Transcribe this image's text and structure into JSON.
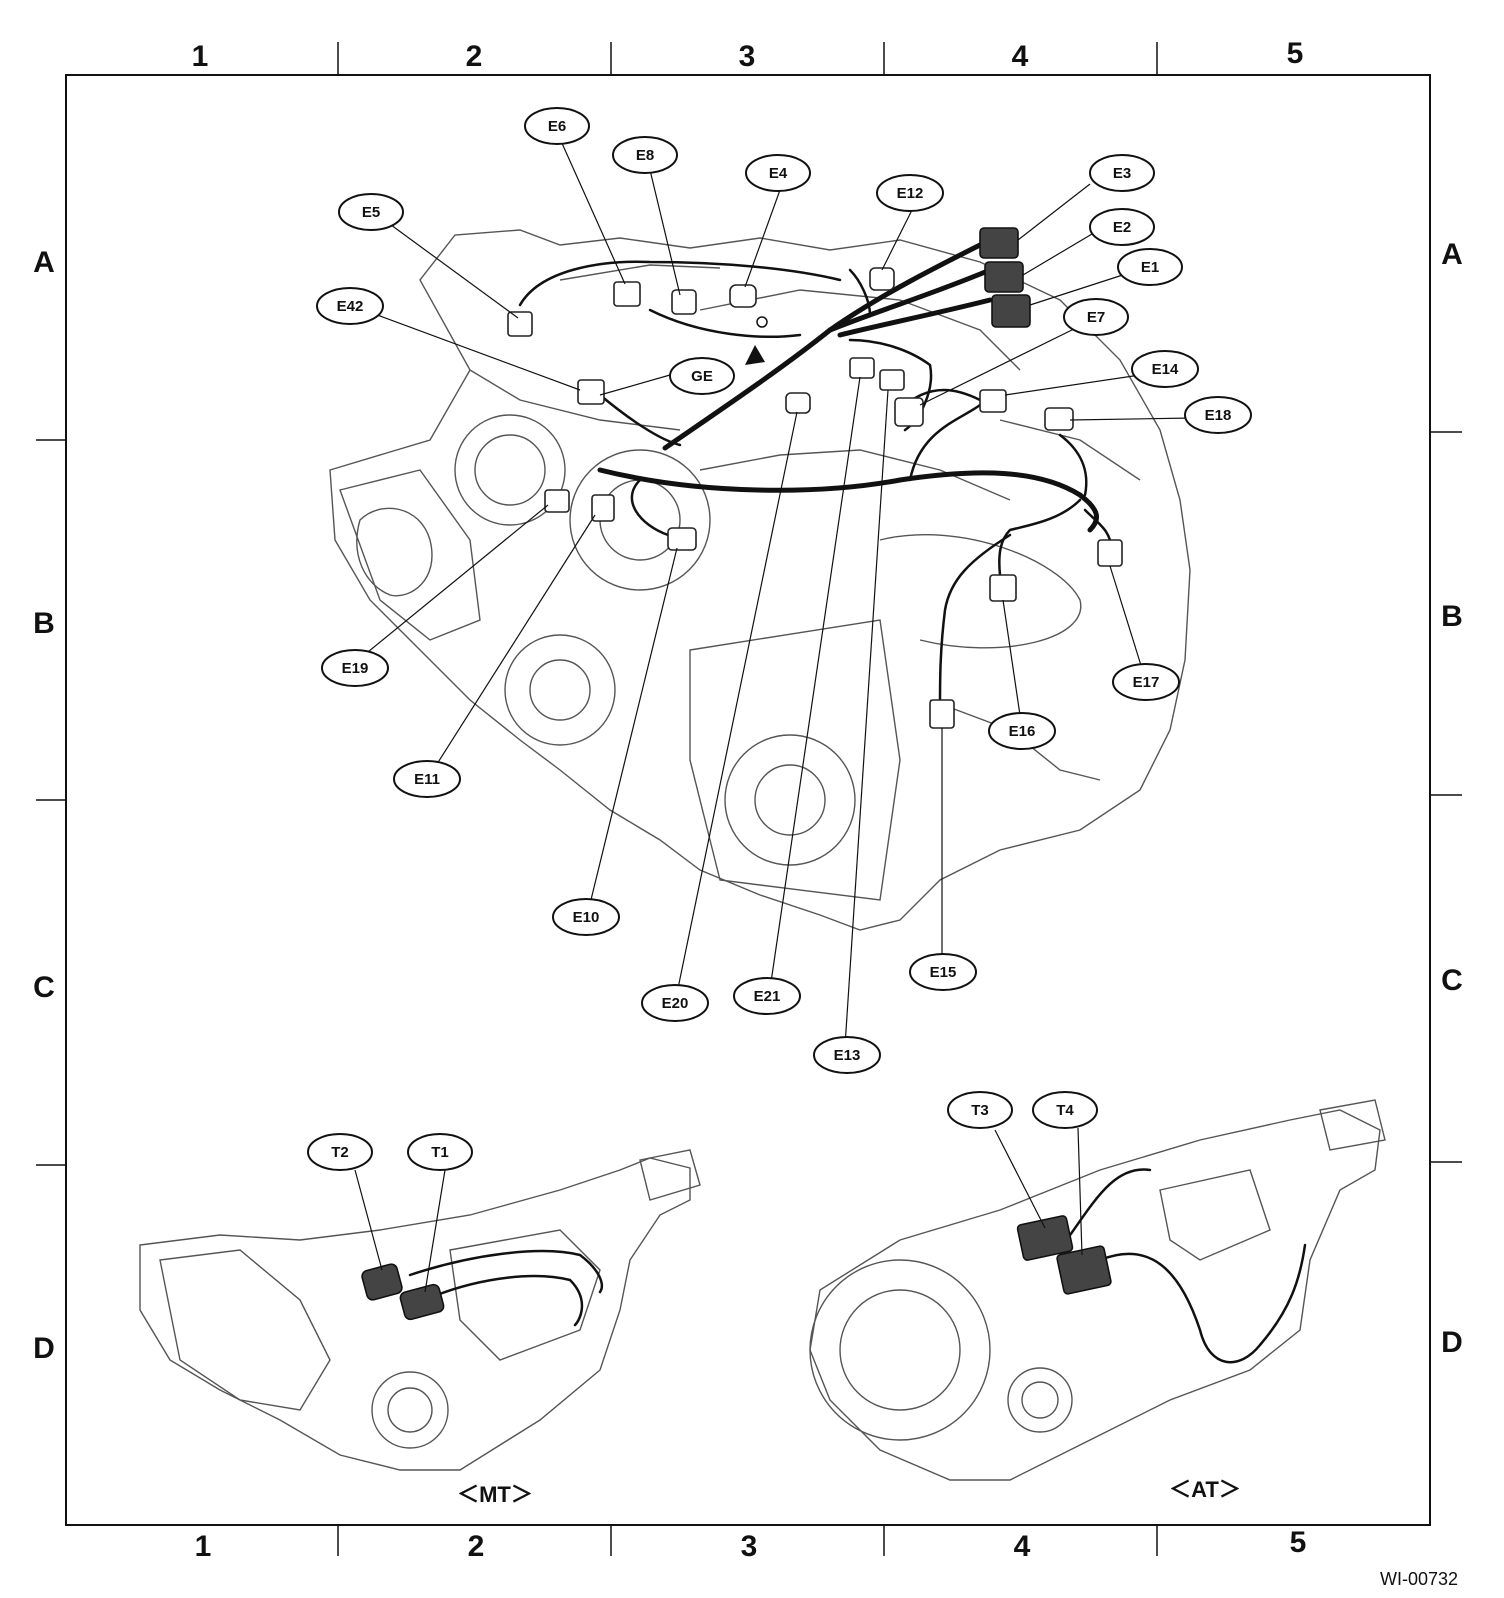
{
  "grid": {
    "columns": [
      "1",
      "2",
      "3",
      "4",
      "5"
    ],
    "rows": [
      "A",
      "B",
      "C",
      "D"
    ]
  },
  "callouts": {
    "E1": "E1",
    "E2": "E2",
    "E3": "E3",
    "E4": "E4",
    "E5": "E5",
    "E6": "E6",
    "E7": "E7",
    "E8": "E8",
    "E10": "E10",
    "E11": "E11",
    "E12": "E12",
    "E13": "E13",
    "E14": "E14",
    "E15": "E15",
    "E16": "E16",
    "E17": "E17",
    "E18": "E18",
    "E19": "E19",
    "E20": "E20",
    "E21": "E21",
    "E42": "E42",
    "GE": "GE",
    "T1": "T1",
    "T2": "T2",
    "T3": "T3",
    "T4": "T4"
  },
  "captions": {
    "manual": "＜MT＞",
    "automatic": "＜AT＞"
  },
  "drawing_id": "WI-00732"
}
